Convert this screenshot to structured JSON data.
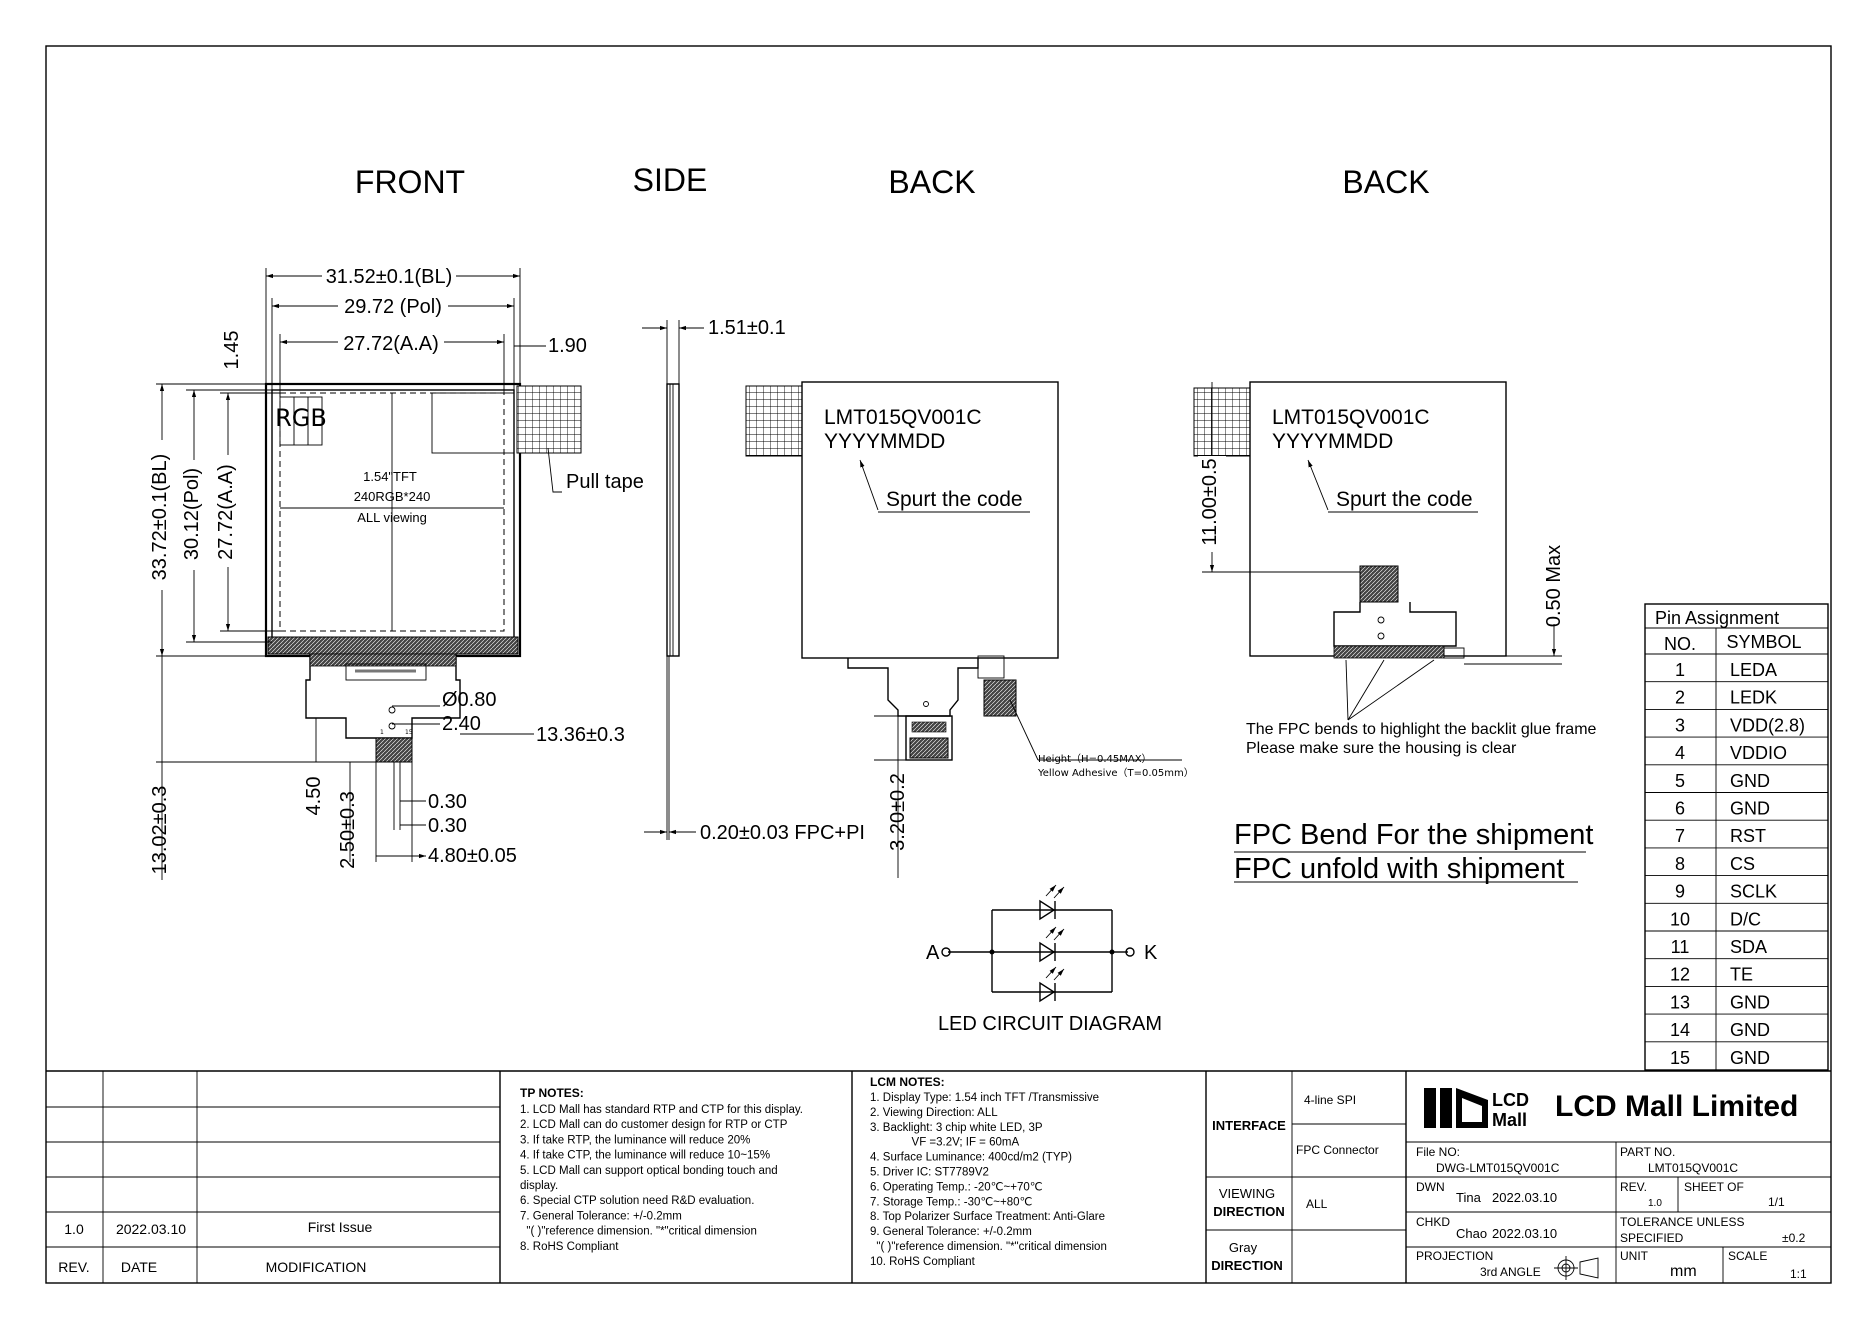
{
  "views": {
    "front": "FRONT",
    "side": "SIDE",
    "back1": "BACK",
    "back2": "BACK"
  },
  "front": {
    "dim_width_bl": "31.52±0.1(BL)",
    "dim_width_pol": "29.72 (Pol)",
    "dim_width_aa": "27.72(A.A)",
    "dim_offset_top": "1.45",
    "dim_offset_right": "1.90",
    "dim_height_bl": "33.72±0.1(BL)",
    "dim_height_pol": "30.12(Pol)",
    "dim_height_aa": "27.72(A.A)",
    "dim_hole": "Ø0.80",
    "dim_hole_pos": "2.40",
    "dim_fpc_len": "13.36±0.3",
    "dim_pitch1": "0.30",
    "dim_pitch2": "0.30",
    "dim_fpc_width": "4.80±0.05",
    "dim_fpc_450": "4.50",
    "dim_fpc_250": "2.50±0.3",
    "dim_total_fpc": "13.02±0.3",
    "rgb_label": "RGB",
    "screen_line1": "1.54\"TFT",
    "screen_line2": "240RGB*240",
    "screen_line3": "ALL viewing",
    "pull_tape": "Pull tape"
  },
  "side": {
    "dim_thickness": "1.51±0.1",
    "dim_fpc_pi": "0.20±0.03 FPC+PI"
  },
  "back1": {
    "part": "LMT015QV001C",
    "date": "YYYYMMDD",
    "spurt": "Spurt the code",
    "dim_320": "3.20±0.2",
    "height_note": "Height（H=0.45MAX）",
    "adhesive_note": "Yellow Adhesive（T=0.05mm）"
  },
  "back2": {
    "part": "LMT015QV001C",
    "date": "YYYYMMDD",
    "spurt": "Spurt the code",
    "dim_11": "11.00±0.5",
    "dim_050": "0.50 Max",
    "bend_note1": "The FPC bends to highlight the backlit glue frame",
    "bend_note2": "Please make sure the housing is clear",
    "ship1": "FPC Bend For the shipment",
    "ship2": "FPC  unfold with shipment"
  },
  "led": {
    "anode": "A",
    "cathode": "K",
    "caption": "LED CIRCUIT DIAGRAM"
  },
  "pin_table": {
    "title": "Pin Assignment",
    "col_no": "NO.",
    "col_symbol": "SYMBOL",
    "rows": [
      {
        "no": "1",
        "symbol": "LEDA"
      },
      {
        "no": "2",
        "symbol": "LEDK"
      },
      {
        "no": "3",
        "symbol": "VDD(2.8)"
      },
      {
        "no": "4",
        "symbol": "VDDIO"
      },
      {
        "no": "5",
        "symbol": "GND"
      },
      {
        "no": "6",
        "symbol": "GND"
      },
      {
        "no": "7",
        "symbol": "RST"
      },
      {
        "no": "8",
        "symbol": "CS"
      },
      {
        "no": "9",
        "symbol": "SCLK"
      },
      {
        "no": "10",
        "symbol": "D/C"
      },
      {
        "no": "11",
        "symbol": "SDA"
      },
      {
        "no": "12",
        "symbol": "TE"
      },
      {
        "no": "13",
        "symbol": "GND"
      },
      {
        "no": "14",
        "symbol": "GND"
      },
      {
        "no": "15",
        "symbol": "GND"
      }
    ]
  },
  "revision": {
    "rev": "1.0",
    "date": "2022.03.10",
    "modification": "First Issue",
    "hdr_rev": "REV.",
    "hdr_date": "DATE",
    "hdr_mod": "MODIFICATION"
  },
  "tp_notes": {
    "title": "TP NOTES:",
    "lines": [
      "1. LCD Mall has standard RTP and CTP for this display.",
      "2. LCD Mall can do customer design for RTP or CTP",
      "3. If take RTP, the luminance will reduce 20%",
      "4. If take CTP, the luminance will reduce 10~15%",
      "5. LCD Mall can support optical bonding touch and",
      "display.",
      "6. Special CTP solution need R&D evaluation.",
      "7. General Tolerance: +/-0.2mm",
      "  \"( )\"reference dimension. \"*\"critical dimension",
      "8. RoHS Compliant"
    ]
  },
  "lcm_notes": {
    "title": "LCM NOTES:",
    "lines": [
      "1. Display Type: 1.54 inch TFT /Transmissive",
      "2. Viewing Direction: ALL",
      "3. Backlight: 3 chip white LED, 3P",
      "             VF =3.2V; IF = 60mA",
      "4. Surface Luminance: 400cd/m2 (TYP)",
      "5. Driver IC: ST7789V2",
      "6. Operating Temp.: -20℃~+70℃",
      "7. Storage Temp.: -30℃~+80℃",
      "8. Top Polarizer Surface Treatment: Anti-Glare",
      "9. General Tolerance: +/-0.2mm",
      "  \"( )\"reference dimension. \"*\"critical dimension",
      "10. RoHS Compliant"
    ]
  },
  "spec": {
    "interface_label": "INTERFACE",
    "interface_value": "4-line SPI",
    "connector_value": "FPC Connector",
    "viewing_label1": "VIEWING",
    "viewing_label2": "DIRECTION",
    "viewing_value": "ALL",
    "gray_label1": "Gray",
    "gray_label2": "DIRECTION",
    "gray_value": ""
  },
  "title_block": {
    "logo_text1": "LCD",
    "logo_text2": "Mall",
    "company": "LCD Mall Limited",
    "file_no_label": "File NO:",
    "file_no": "DWG-LMT015QV001C",
    "part_no_label": "PART NO.",
    "part_no": "LMT015QV001C",
    "dwn_label": "DWN",
    "dwn_name": "Tina",
    "dwn_date": "2022.03.10",
    "rev_label": "REV.",
    "rev_value": "1.0",
    "sheet_label": "SHEET OF",
    "sheet_value": "1/1",
    "chkd_label": "CHKD",
    "chkd_name": "Chao",
    "chkd_date": "2022.03.10",
    "tol_label1": "TOLERANCE UNLESS",
    "tol_label2": "SPECIFIED",
    "tol_value": "±0.2",
    "proj_label": "PROJECTION",
    "proj_value": "3rd ANGLE",
    "unit_label": "UNIT",
    "unit_value": "mm",
    "scale_label": "SCALE",
    "scale_value": "1:1"
  }
}
